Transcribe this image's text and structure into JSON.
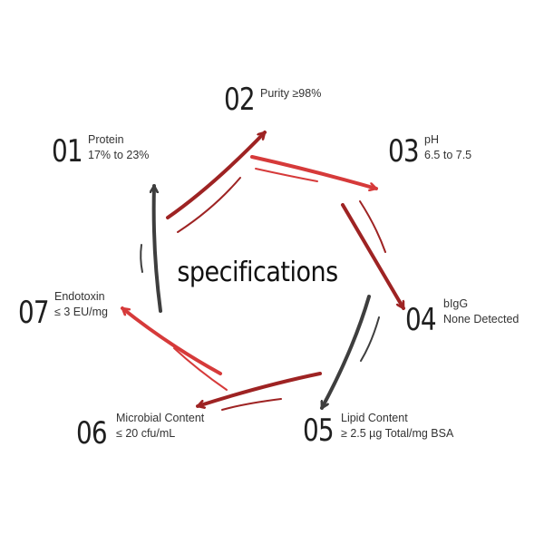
{
  "diagram": {
    "center_title": "specifications",
    "colors": {
      "red": "#d63a3a",
      "dark_red": "#9e2323",
      "gray": "#3e3e3e",
      "text": "#333333"
    },
    "steps": [
      {
        "number": "01",
        "label": "Protein",
        "value": "17% to 23%"
      },
      {
        "number": "02",
        "label": "Purity ≥98%",
        "value": ""
      },
      {
        "number": "03",
        "label": "pH",
        "value": "6.5 to 7.5"
      },
      {
        "number": "04",
        "label": "bIgG",
        "value": "None Detected"
      },
      {
        "number": "05",
        "label": "Lipid Content",
        "value": "≥ 2.5 µg Total/mg BSA"
      },
      {
        "number": "06",
        "label": "Microbial Content",
        "value": "≤ 20 cfu/mL"
      },
      {
        "number": "07",
        "label": "Endotoxin",
        "value": "≤ 3 EU/mg"
      }
    ]
  }
}
